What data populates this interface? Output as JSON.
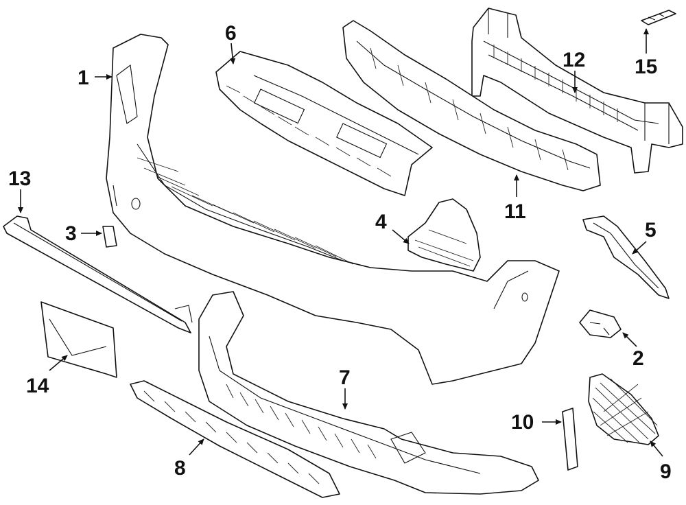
{
  "callouts": [
    {
      "label": "1"
    },
    {
      "label": "2"
    },
    {
      "label": "3"
    },
    {
      "label": "4"
    },
    {
      "label": "5"
    },
    {
      "label": "6"
    },
    {
      "label": "7"
    },
    {
      "label": "8"
    },
    {
      "label": "9"
    },
    {
      "label": "10"
    },
    {
      "label": "11"
    },
    {
      "label": "12"
    },
    {
      "label": "13"
    },
    {
      "label": "14"
    },
    {
      "label": "15"
    }
  ],
  "colors": {
    "line": "#111111",
    "background": "#ffffff"
  }
}
